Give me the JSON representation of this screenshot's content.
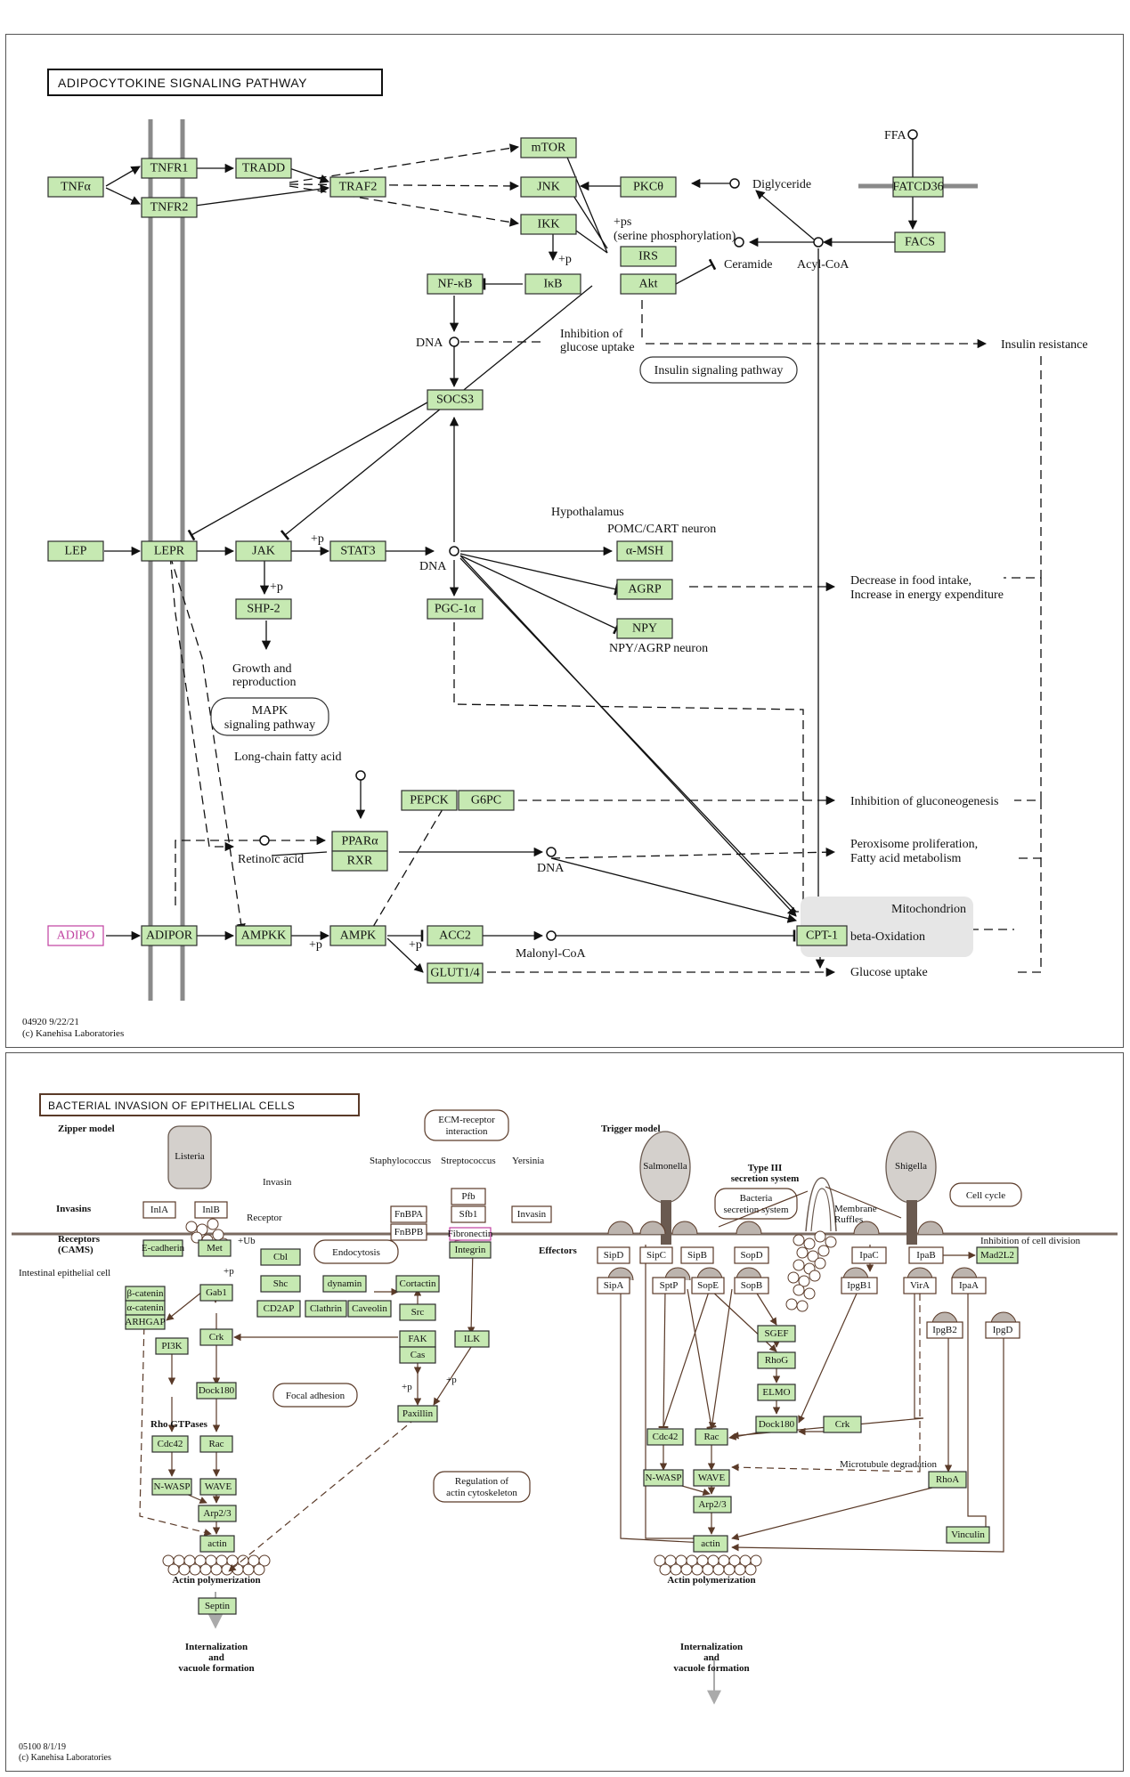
{
  "panel_a": {
    "title": "ADIPOCYTOKINE SIGNALING PATHWAY",
    "footer_id": "04920 9/22/21",
    "footer_copy": "(c) Kanehisa Laboratories",
    "genes": {
      "tnfa": "TNFα",
      "tnfr1": "TNFR1",
      "tnfr2": "TNFR2",
      "tradd": "TRADD",
      "traf2": "TRAF2",
      "mtor": "mTOR",
      "jnk": "JNK",
      "ikk": "IKK",
      "pkc": "PKCθ",
      "irs": "IRS",
      "akt": "Akt",
      "nfkb": "NF-κB",
      "ikb": "IκB",
      "fatcd36": "FATCD36",
      "facs": "FACS",
      "socs3": "SOCS3",
      "lep": "LEP",
      "lepr": "LEPR",
      "jak": "JAK",
      "stat3": "STAT3",
      "shp2": "SHP-2",
      "amsh": "α-MSH",
      "agrp": "AGRP",
      "npy": "NPY",
      "pgc1a": "PGC-1α",
      "pepck": "PEPCK",
      "g6pc": "G6PC",
      "ppara": "PPARα",
      "rxr": "RXR",
      "adipo": "ADIPO",
      "adipor": "ADIPOR",
      "ampkk": "AMPKK",
      "ampk": "AMPK",
      "acc2": "ACC2",
      "cpt1": "CPT-1",
      "glut14": "GLUT1/4"
    },
    "labels": {
      "ffa": "FFA",
      "diglyceride": "Diglyceride",
      "ps1": "+ps",
      "ps2": "(serine phosphorylation)",
      "ceramide": "Ceramide",
      "acylcoa": "Acyl-CoA",
      "p1": "+p",
      "dna1": "DNA",
      "inhib1": "Inhibition of",
      "inhib2": "glucose uptake",
      "insulin_resistance": "Insulin resistance",
      "insulin_pathway": "Insulin signaling pathway",
      "hypothalamus": "Hypothalamus",
      "pomc": "POMC/CART neuron",
      "p2": "+p",
      "p3": "+p",
      "dna2": "DNA",
      "decrease1": "Decrease in food intake,",
      "decrease2": "Increase in energy expenditure",
      "npy_neuron": "NPY/AGRP neuron",
      "growth1": "Growth and",
      "growth2": "reproduction",
      "mapk1": "MAPK",
      "mapk2": "signaling pathway",
      "lcfa": "Long-chain fatty acid",
      "gluconeo": "Inhibition of gluconeogenesis",
      "retinoic": "Retinoic acid",
      "dna3": "DNA",
      "perox1": "Peroxisome proliferation,",
      "perox2": "Fatty acid metabolism",
      "mito": "Mitochondrion",
      "betaox": "beta-Oxidation",
      "p4": "+p",
      "p5": "+p",
      "malonyl": "Malonyl-CoA",
      "glucose_uptake": "Glucose uptake"
    }
  },
  "panel_b": {
    "title": "BACTERIAL INVASION OF EPITHELIAL CELLS",
    "footer_id": "05100 8/1/19",
    "footer_copy": "(c) Kanehisa Laboratories",
    "labels": {
      "zipper": "Zipper model",
      "trigger": "Trigger model",
      "listeria": "Listeria",
      "invasin_lbl": "Invasin",
      "invasins": "Invasins",
      "receptor": "Receptor",
      "receptors1": "Receptors",
      "receptors2": "(CAMS)",
      "intestinal": "Intestinal epithelial cell",
      "ecm1": "ECM-receptor",
      "ecm2": "interaction",
      "staph": "Staphylococcus",
      "strep": "Streptococcus",
      "yersinia": "Yersinia",
      "endocytosis": "Endocytosis",
      "focal": "Focal adhesion",
      "rho_gtpases": "Rho GTPases",
      "ub": "+Ub",
      "p1": "+p",
      "p2": "+p",
      "p3": "+p",
      "actin_poly_l": "Actin polymerization",
      "intern_l1": "Internalization",
      "intern_l2": "and",
      "intern_l3": "vacuole formation",
      "reg1": "Regulation of",
      "reg2": "actin cytoskeleton",
      "salmonella": "Salmonella",
      "shigella": "Shigella",
      "type3_1": "Type III",
      "type3_2": "secretion system",
      "bss1": "Bacteria",
      "bss2": "secretion system",
      "membrane1": "Membrane",
      "membrane2": "Ruffles",
      "cellcycle": "Cell cycle",
      "inhib_div": "Inhibition of cell division",
      "effectors": "Effectors",
      "microtubule": "Microtubule degradation",
      "actin_poly_r": "Actin polymerization",
      "intern_r1": "Internalization",
      "intern_r2": "and",
      "intern_r3": "vacuole formation"
    },
    "genes": {
      "inla": "InlA",
      "inlb": "InlB",
      "ecad": "E-cadherin",
      "met": "Met",
      "cbl": "Cbl",
      "shc": "Shc",
      "cd2ap": "CD2AP",
      "dynamin": "dynamin",
      "clathrin": "Clathrin",
      "caveolin": "Caveolin",
      "bcat": "β-catenin",
      "acat": "α-catenin",
      "arhgap": "ARHGAP",
      "gab1": "Gab1",
      "pi3k": "PI3K",
      "crk": "Crk",
      "dock180": "Dock180",
      "cdc42": "Cdc42",
      "rac": "Rac",
      "nwasp": "N-WASP",
      "wave": "WAVE",
      "arp23": "Arp2/3",
      "actin": "actin",
      "septin": "Septin",
      "fnbpa": "FnBPA",
      "fnbpb": "FnBPB",
      "pfb": "Pfb",
      "sfb1": "Sfb1",
      "invasin": "Invasin",
      "fibronectin": "Fibronectin",
      "integrin": "Integrin",
      "cortactin": "Cortactin",
      "src": "Src",
      "fak": "FAK",
      "cas": "Cas",
      "ilk": "ILK",
      "paxillin": "Paxillin",
      "sipd": "SipD",
      "sipc": "SipC",
      "sipb": "SipB",
      "sopd": "SopD",
      "sipa": "SipA",
      "sptp": "SptP",
      "sope": "SopE",
      "sopb": "SopB",
      "ipac": "IpaC",
      "ipab": "IpaB",
      "mad2l2": "Mad2L2",
      "ipgb1": "IpgB1",
      "vira": "VirA",
      "ipaa": "IpaA",
      "ipgb2": "IpgB2",
      "ipgd": "IpgD",
      "sgef": "SGEF",
      "rhog": "RhoG",
      "elmo": "ELMO",
      "dock180_r": "Dock180",
      "crk_r": "Crk",
      "cdc42_r": "Cdc42",
      "rac_r": "Rac",
      "nwasp_r": "N-WASP",
      "wave_r": "WAVE",
      "arp23_r": "Arp2/3",
      "actin_r": "actin",
      "rhoa": "RhoA",
      "vinculin": "Vinculin"
    }
  },
  "colors": {
    "gene_fill": "#c6e9b2",
    "highlight": "#c040a0",
    "border": "#2e2e2e"
  }
}
